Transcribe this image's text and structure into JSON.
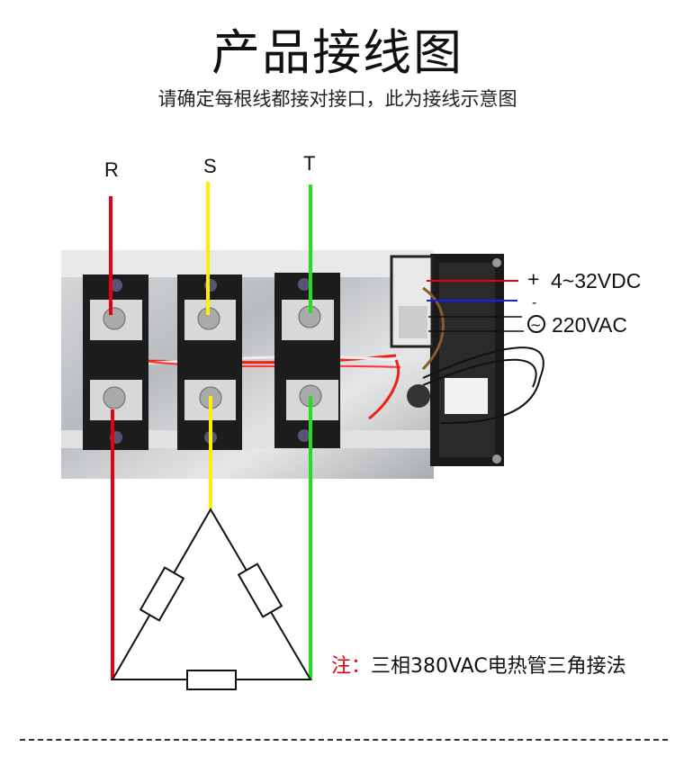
{
  "title": "产品接线图",
  "subtitle": "请确定每根线都接对接口，此为接线示意图",
  "phases": [
    {
      "label": "R",
      "color": "#e60012"
    },
    {
      "label": "S",
      "color": "#ffee00"
    },
    {
      "label": "T",
      "color": "#22e01a"
    }
  ],
  "control": {
    "plus": "+",
    "minus": "-",
    "dc_label": "4~32VDC",
    "ac_symbol": "~",
    "ac_label": "220VAC"
  },
  "note": {
    "prefix": "注：",
    "text": "三相380VAC电热管三角接法"
  }
}
